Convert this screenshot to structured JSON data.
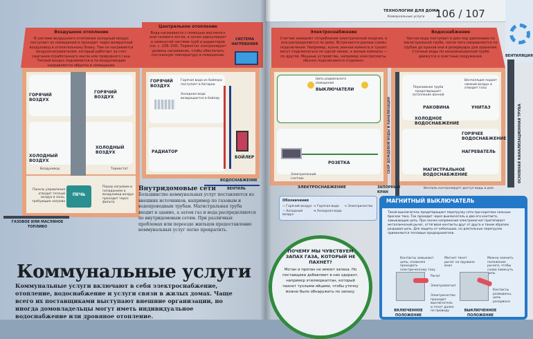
{
  "header": {
    "section": "ТЕХНОЛОГИИ ДЛЯ ДОМА",
    "subsection": "Коммунальные услуги",
    "pages": "106 / 107"
  },
  "left": {
    "air_heating": {
      "title": "Воздушное отопление",
      "text": "В системе воздушного отопления холодный воздух поступает из помещений и проходит через возвратный воздуховод в отопительному блоку. Там он нагревается воздухонагревателем, который работает за счет сжигания отработанного масла или природного газа. Теплый воздух поднимается и по воздуховодам направляется обратно в помещения."
    },
    "central_heating": {
      "title": "Центральное отопление",
      "text": "Вода нагревается с помощью масляного или газового котла, а затем циркулирует в замкнутой системе труб и радиаторов (см. с. 108–109). Термостат контролирует уровень нагревания, чтобы обеспечить постоянную температуру в помещении."
    },
    "labels": {
      "hot_air": "ГОРЯЧИЙ ВОЗДУХ",
      "hot_air2": "ГОРЯЧИЙ ВОЗДУХ",
      "cold_air": "ХОЛОДНЫЙ ВОЗДУХ",
      "cold_air2": "ХОЛОДНЫЙ ВОЗДУХ",
      "duct": "Воздуховод",
      "thermostat": "Термостат",
      "panel": "Панель управления отводит теплый воздух в зоны, требующие нагрева",
      "filter": "Перед нагревом и попаданием в воздуховод воздух проходит через фильтр",
      "furnace": "ПЕЧЬ",
      "fuel": "ГАЗОВОЕ ИЛИ МАСЛЯНОЕ ТОПЛИВО",
      "hot_air3": "ГОРЯЧИЙ ВОЗДУХ",
      "radiator": "РАДИАТОР",
      "boiler": "БОЙЛЕР",
      "heating_system": "СИСТЕМА НАГРЕВАНИЯ",
      "water_supply": "ВОДОСНАБЖЕНИЕ",
      "valve": "ВЕНТИЛЬ",
      "hot_water_note": "Горячая вода из бойлера поступает в батареи",
      "cold_water_note": "Холодная вода возвращается в бойлер"
    },
    "inner_networks": {
      "title": "Внутридомовые сети",
      "text": "Большинство коммунальных услуг поставляется из внешних источников, например по газовым и водопроводным трубам. Магистральная труба входит в здание, а затем газ и вода распределяются по внутридомовым сетям. При различных проблемах или переезде жильцов предоставление коммунальных услуг легко прекратить."
    },
    "main_title": "Коммунальные услуги",
    "main_text": "Коммунальные услуги включают в себя электроснабжение, отопление, водоснабжение и услуги связи в жилых домах. Чаще всего их поставщиками выступают внешние организации, но иногда домовладельцы могут иметь индивидуальное водоснабжение или дровяное отопление."
  },
  "right": {
    "electricity": {
      "title": "Электроснабжение",
      "text": "Счетчик измеряет потребление электрической энергии, и она распределяется по дому. Встречается разные схемы подключения. Например, кухня, ванная комната и туалет могут подключаться по одной линии, а жилые комнаты — по другой. Мощные устройства, например электроплиты, обычно подключаются отдельно."
    },
    "water": {
      "title": "Водоснабжение",
      "text": "Чистая вода поступает в дом под давлением по магистральной трубе, после чего направляется по трубам до кранов или в резервуары для хранения. Сточные воды по канализационной трубе движутся в очистные сооружения."
    },
    "labels": {
      "radial": "Цепь радиального освещения",
      "switches": "ВЫКЛЮЧАТЕЛИ",
      "socket": "РОЗЕТКА",
      "electricity": "ЭЛЕКТРОСНАБЖЕНИЕ",
      "meter": "Электрический счетчик",
      "shutoff": "ЗАПОРНЫЙ КРАН",
      "sink": "РАКОВИНА",
      "toilet": "УНИТАЗ",
      "cold": "ХОЛОДНОЕ ВОДОСНАБЖЕНИЕ",
      "hot": "ГОРЯЧЕЕ ВОДОСНАБЖЕНИЕ",
      "heater": "НАГРЕВАТЕЛЬ",
      "mains": "МАГИСТРАЛЬНОЕ ВОДОСНАБЖЕНИЕ",
      "ventilation": "ВЕНТИЛЯЦИЯ",
      "vent_note": "Вентиляция подает свежий воздух и отводит газы",
      "overflow": "Переливная труба предотвращает затопление ванной",
      "sewer": "ОСНОВНАЯ КАНАЛИЗАЦИОННАЯ ТРУБА",
      "rain": "СБОР ДОЖДЕВОЙ ВОДЫ И КАНАЛИЗАЦИЯ",
      "valve_note": "Вентиль контролирует доступ воды в дом"
    },
    "legend": {
      "title": "Обозначения",
      "items": [
        {
          "label": "Горячий воздух",
          "color": "#d98a2b"
        },
        {
          "label": "Горячая вода",
          "color": "#c23a36"
        },
        {
          "label": "Электричество",
          "color": "#2f8a3c"
        },
        {
          "label": "Холодный воздух",
          "color": "#7fb2e0"
        },
        {
          "label": "Холодная вода",
          "color": "#1f3d8a"
        }
      ]
    },
    "gas": {
      "title": "ПОЧЕМУ МЫ ЧУВСТВУЕМ ЗАПАХ ГАЗА, КОТОРЫЙ НЕ ПАХНЕТ?",
      "text": "Метан и пропан не имеют запаха. Но поставщики добавляют в них одорант, например этилмеркаптан, который пахнет тухлыми яйцами, чтобы утечку можно было обнаружить по запаху."
    },
    "breaker": {
      "title": "МАГНИТНЫЙ ВЫКЛЮЧАТЕЛЬ",
      "text": "Такой выключатель предотвращает перегрузку сети при коротких сильных бросках тока. Ток проходит через выключатель и два его контакта, замыкающие цепь. При скачке напряжения электромагнит притягивает металлический рычаг, оттягивая контакты друг от друга и таким образом разрывая цепь. Для защиты от небольших, но длительных перегрузок применяются тепловые предохранители.",
      "c1": "Контакты замыкают цепь, позволяя проходить электрическому току",
      "lever": "Рычаг",
      "magnet": "Электромагнит",
      "flow": "Электричество проходит выключатель и течет далее по проводу",
      "c2": "Магнит тянет рычаг на пружине вниз",
      "c3": "Можно сменить положение рычага, чтобы снова замкнуть цепь",
      "c4": "Контакты разведены, цепь разорвана",
      "on": "ВКЛЮЧЕННОЕ ПОЛОЖЕНИЕ",
      "off": "ВЫКЛЮЧЕННОЕ ПОЛОЖЕНИЕ"
    }
  }
}
